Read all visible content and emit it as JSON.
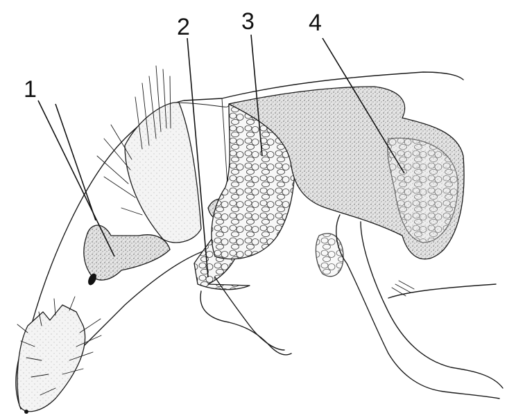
{
  "figure": {
    "callouts": [
      {
        "id": "callout-1",
        "text": "1"
      },
      {
        "id": "callout-2",
        "text": "2"
      },
      {
        "id": "callout-3",
        "text": "3"
      },
      {
        "id": "callout-4",
        "text": "4"
      }
    ]
  },
  "colors": {
    "ink": "#1a1a1a",
    "stipple_dense": "#9a9a9a",
    "stipple_light": "#cfcfcf",
    "background": "#ffffff"
  }
}
